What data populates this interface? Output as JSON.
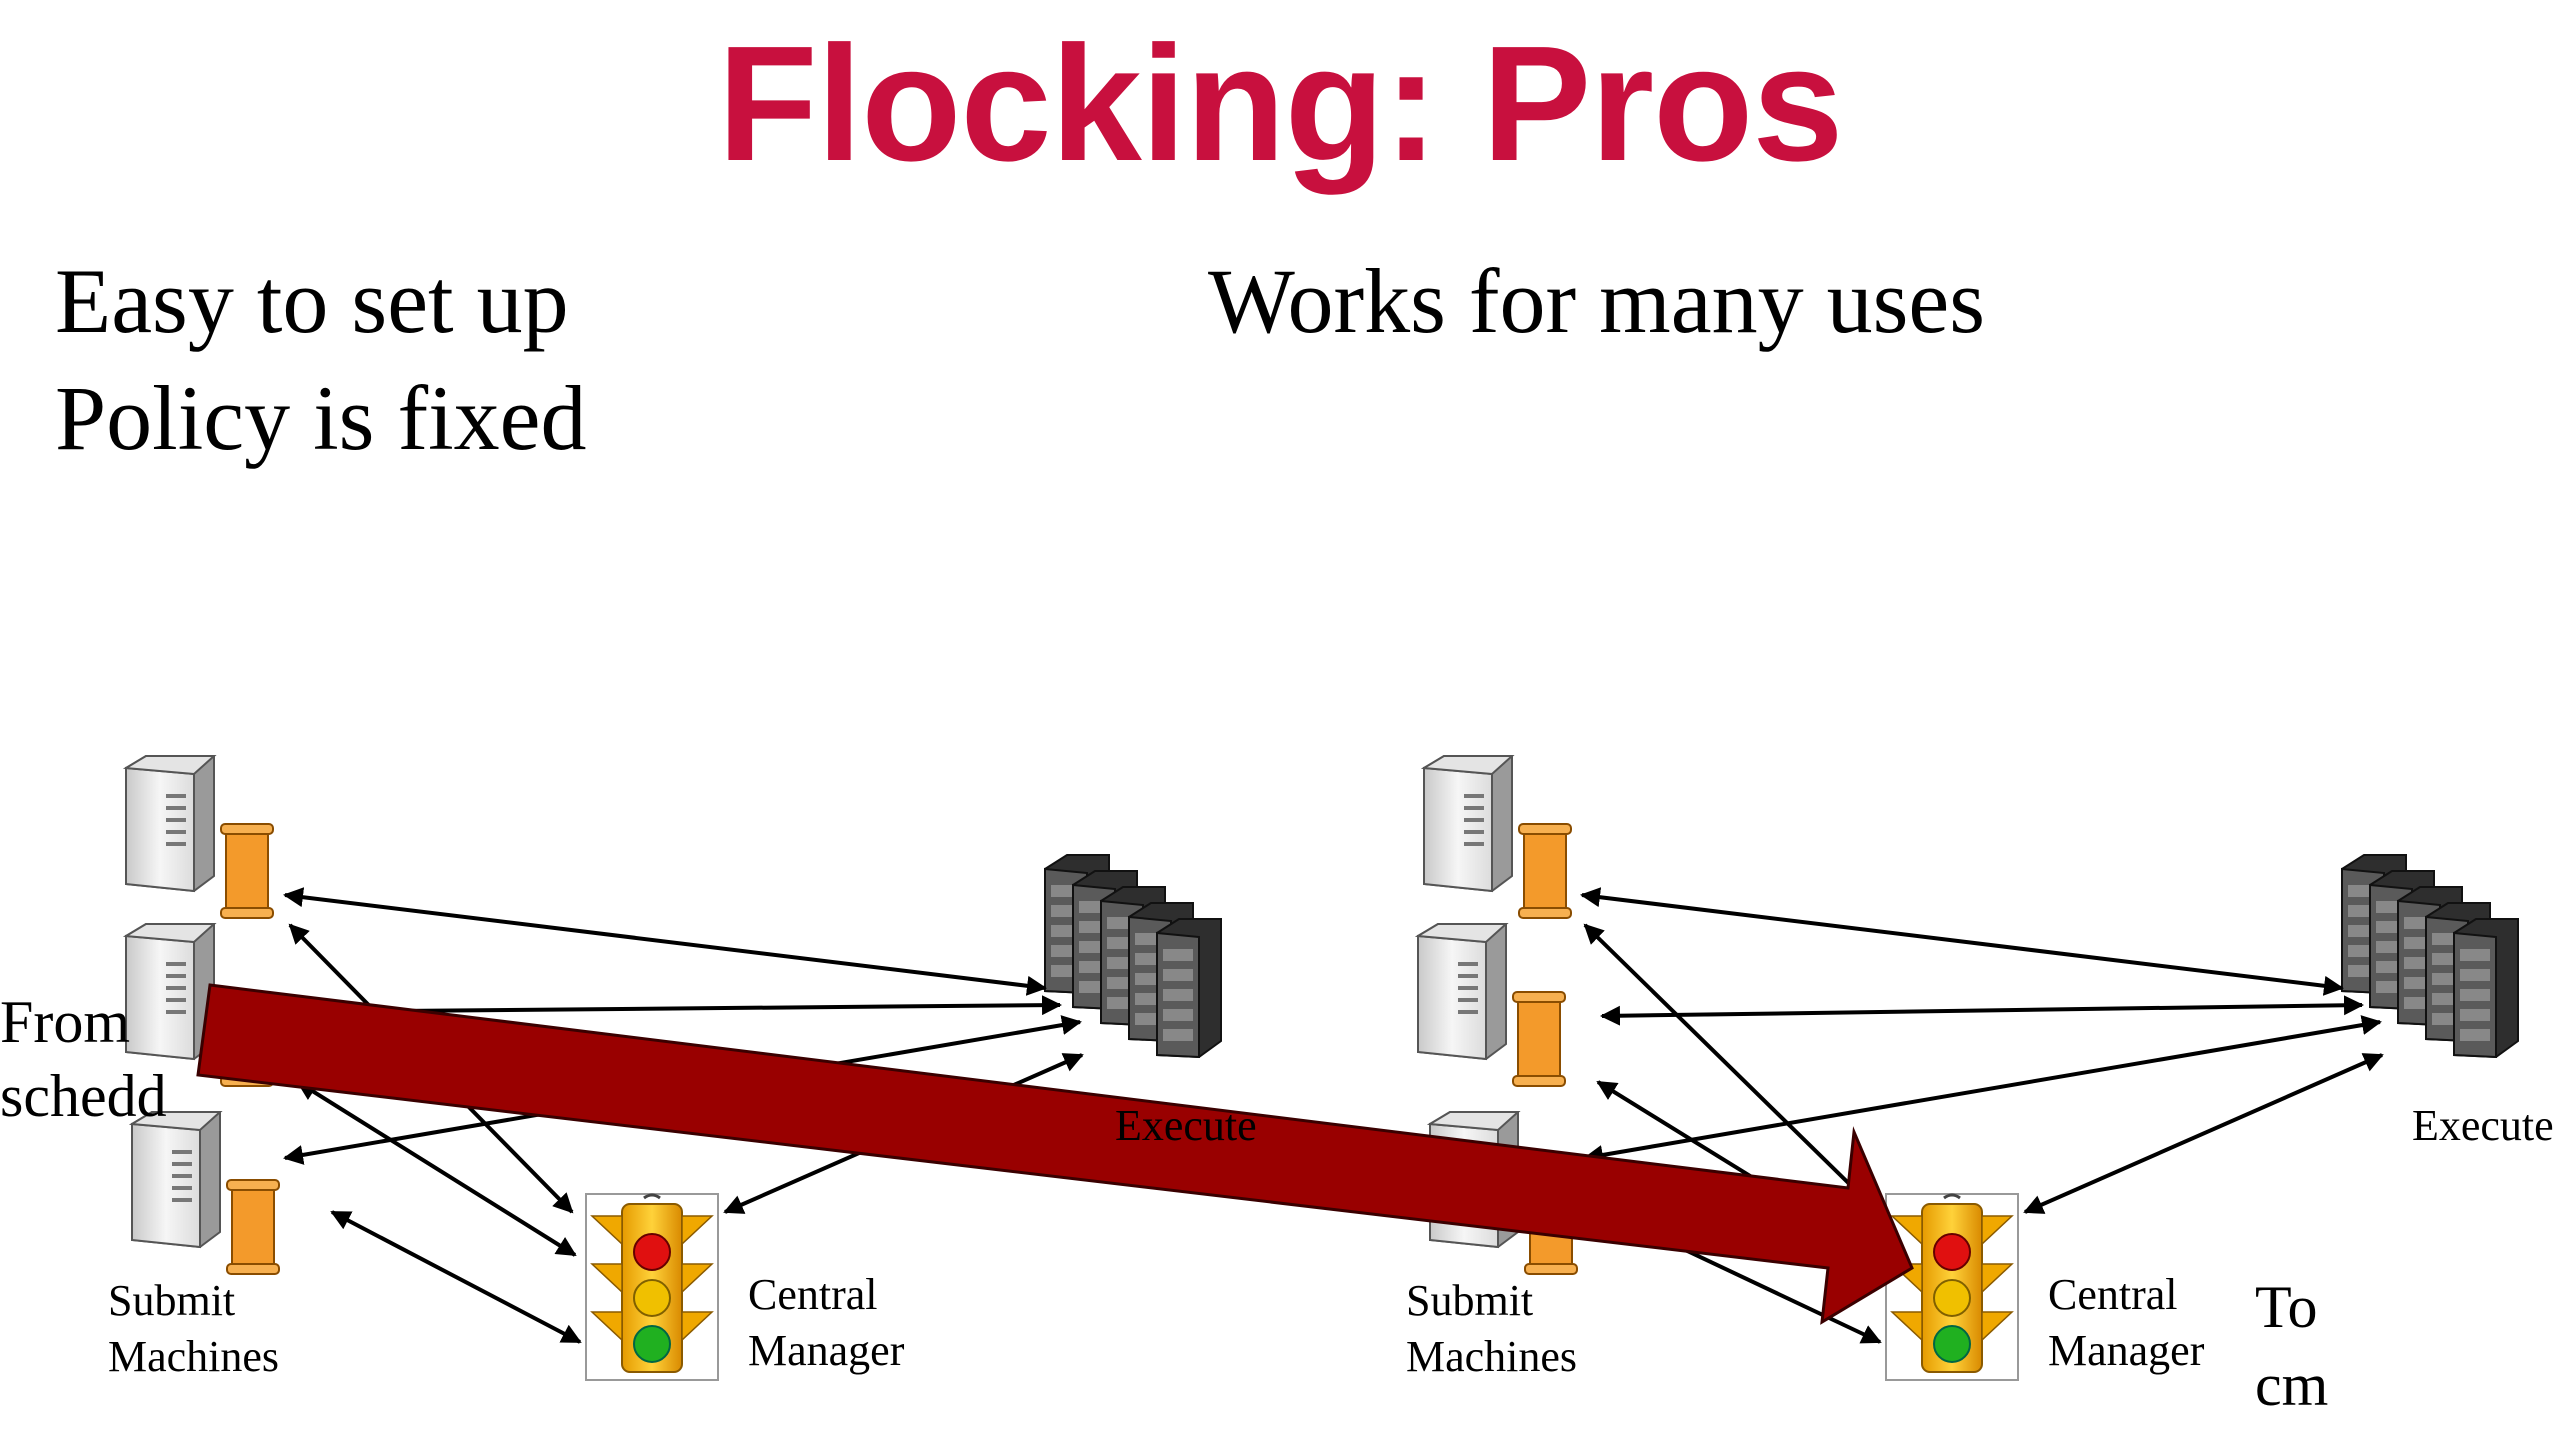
{
  "slide": {
    "title": "Flocking: Pros",
    "bullets_left": [
      "Easy to set up",
      "Policy is fixed"
    ],
    "bullets_right": [
      "Works for many uses"
    ]
  },
  "diagram": {
    "left_pool": {
      "submit_label": [
        "Submit",
        "Machines"
      ],
      "cm_label": [
        "Central",
        "Manager"
      ],
      "execute_label": "Execute"
    },
    "right_pool": {
      "submit_label": [
        "Submit",
        "Machines"
      ],
      "cm_label": [
        "Central",
        "Manager"
      ],
      "execute_label": "Execute"
    },
    "flock_arrow": {
      "from_label": [
        "From",
        "schedd"
      ],
      "to_label": [
        "To",
        "cm"
      ],
      "color": "#990000"
    },
    "traffic_light_colors": [
      "#e01010",
      "#f0c000",
      "#20b020"
    ]
  }
}
